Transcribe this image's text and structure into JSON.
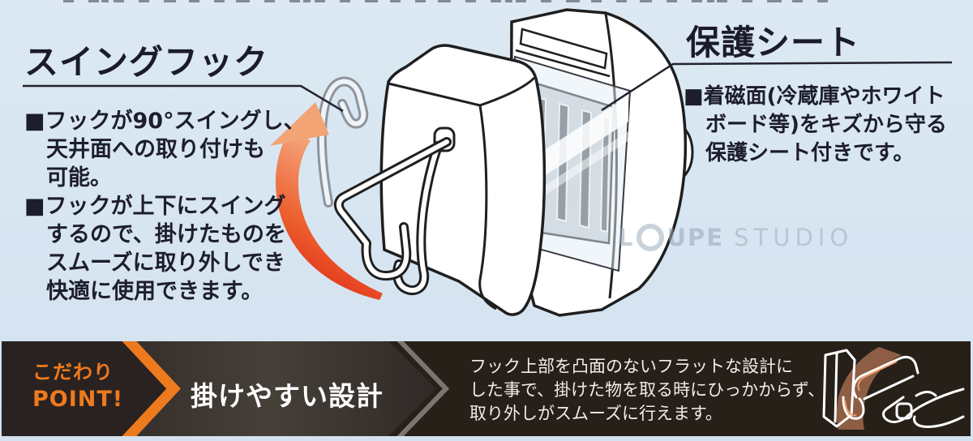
{
  "top": {
    "swing_hook": {
      "heading": "スイングフック",
      "lines": [
        "■フックが90°スイングし、",
        "天井面への取り付けも",
        "可能。",
        "■フックが上下にスイング",
        "するので、掛けたものを",
        "スムーズに取り外しでき",
        "快適に使用できます。"
      ]
    },
    "protect_sheet": {
      "heading": "保護シート",
      "lines": [
        "■着磁面(冷蔵庫やホワイト",
        "ボード等)をキズから守る",
        "保護シート付きです。"
      ]
    },
    "watermark": {
      "l": "L",
      "upe": "UPE",
      "studio": "STUDIO"
    }
  },
  "bar": {
    "badge": {
      "line1": "こだわり",
      "line2": "POINT!"
    },
    "title": "掛けやすい設計",
    "description": [
      "フック上部を凸面のないフラットな設計に",
      "した事で、掛けた物を取る時にひっかからず、",
      "取り外しがスムーズに行えます。"
    ]
  },
  "colors": {
    "background": "#d7e6f1",
    "text_dark": "#1d1d2b",
    "accent_orange": "#ee7a1e",
    "bar_background": "#2a2220",
    "arrow_red": "#dd1810",
    "arrow_peach": "#f5ae85"
  }
}
